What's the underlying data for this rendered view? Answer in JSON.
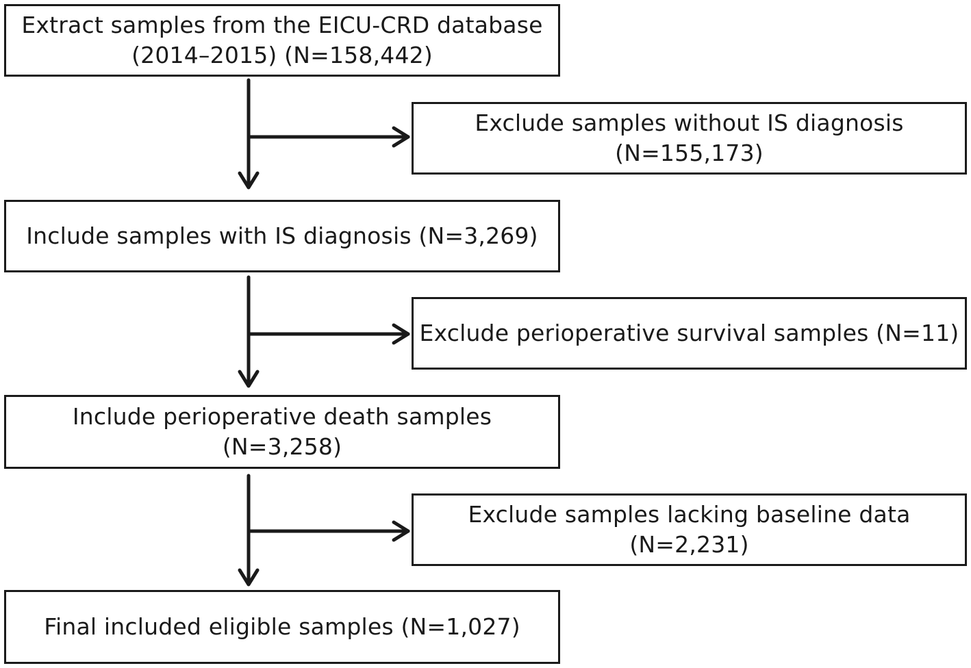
{
  "flow": {
    "extract": {
      "line1": "Extract samples from the EICU-CRD database",
      "line2": "(2014–2015) (N=158,442)"
    },
    "exclude_no_is": {
      "line1": "Exclude samples without IS diagnosis",
      "line2": "(N=155,173)"
    },
    "include_is": {
      "line1": "Include samples with IS diagnosis (N=3,269)"
    },
    "exclude_survival": {
      "line1": "Exclude perioperative survival samples (N=11)"
    },
    "include_death": {
      "line1": "Include perioperative death samples",
      "line2": "(N=3,258)"
    },
    "exclude_baseline": {
      "line1": "Exclude samples lacking baseline data",
      "line2": "(N=2,231)"
    },
    "final": {
      "line1": "Final included eligible samples (N=1,027)"
    }
  },
  "colors": {
    "stroke": "#1a1a1a",
    "background": "#ffffff"
  }
}
